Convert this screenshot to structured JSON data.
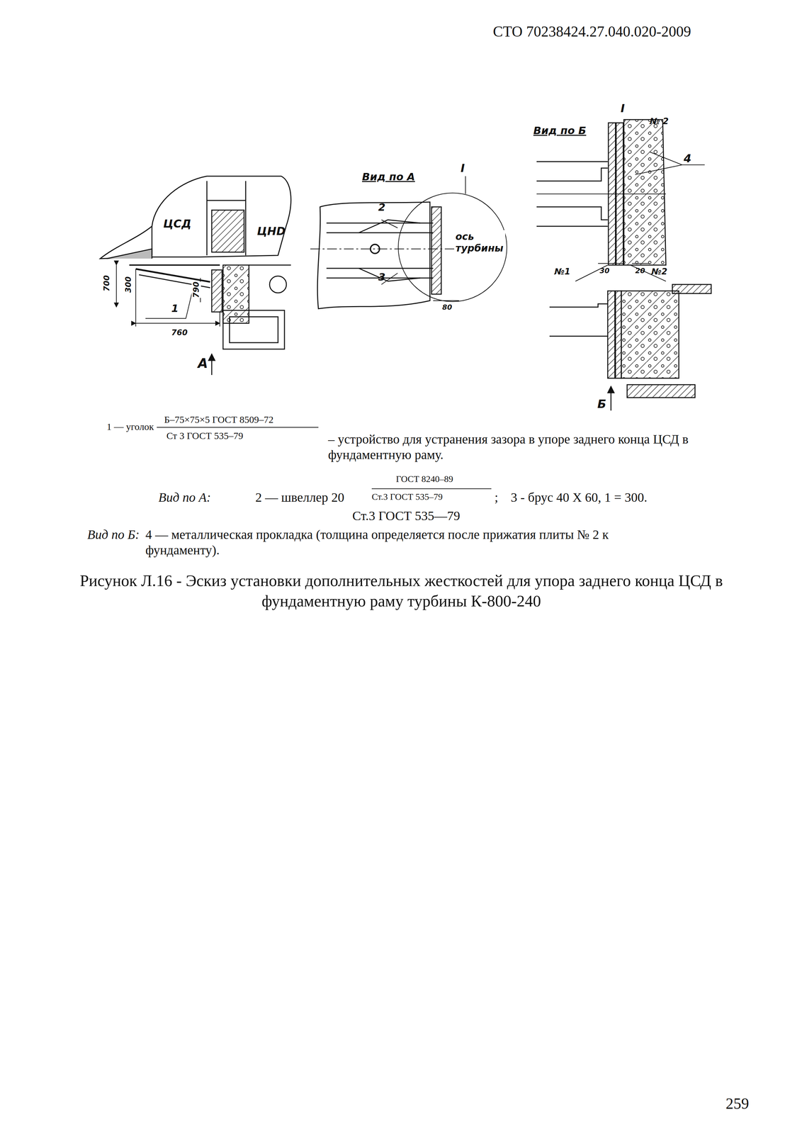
{
  "diagram": {
    "caption": "Рисунок Л.16 - Эскиз установки дополнительных жесткостей для упора заднего конца ЦСД в фундаментную раму турбины К-800-240",
    "labels": [
      "СТО 70238424.27.040.020-2009",
      "ЦСД",
      "ЦНD",
      "700",
      "300",
      "790",
      "1",
      "760",
      "А",
      "Вид по А",
      "2",
      "3",
      "I",
      "ось турбины",
      "80",
      "Вид по Б",
      "I",
      "№ 2",
      "4",
      "№1",
      "30",
      "20",
      "№2",
      "Б",
      "Б–75×75×5 ГОСТ 8509–72",
      "1 — уголок",
      "Ст 3 ГОСТ 535–79",
      "– устройство для устранения зазора в упоре заднего конца ЦСД в фундаментную раму.",
      "ГОСТ 8240–89",
      "Вид по А:",
      "2 — швеллер 20",
      "Ст.3 ГОСТ 535–79",
      ";",
      "3 - брус 40 Х 60, 1 = 300.",
      "Ст.3 ГОСТ 535—79",
      "Вид по Б:",
      "4 — металлическая прокладка (толщина определяется после прижатия плиты № 2 к фундаменту).",
      "259"
    ]
  }
}
